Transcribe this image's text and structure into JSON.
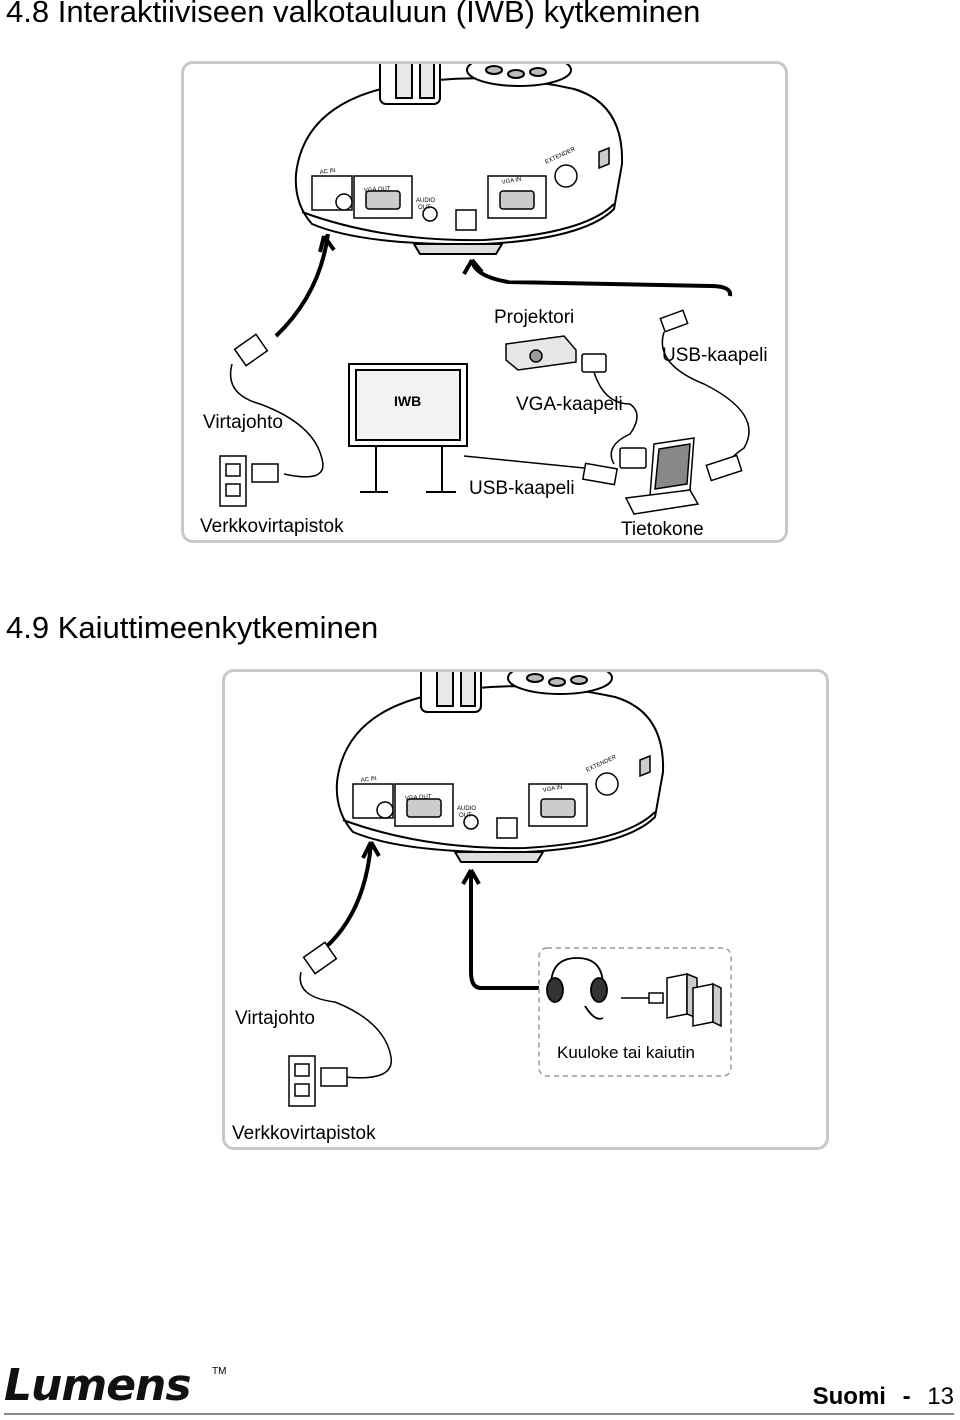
{
  "section_iwb": {
    "heading": "4.8 Interaktiiviseen valkotauluun (IWB) kytkeminen",
    "labels": {
      "projector": "Projektori",
      "usb_cable_top": "USB-kaapeli",
      "power_cord": "Virtajohto",
      "iwb": "IWB",
      "vga_cable": "VGA-kaapeli",
      "usb_cable_bottom": "USB-kaapeli",
      "wall_outlet": "Verkkovirtapistok",
      "computer": "Tietokone"
    },
    "ports": [
      "AC IN",
      "VGA OUT",
      "AUDIO OUT",
      "VGA IN",
      "EXTENDER"
    ]
  },
  "section_speaker": {
    "heading": "4.9 Kaiuttimeenkytkeminen",
    "labels": {
      "power_cord": "Virtajohto",
      "headphones_or_speakers": "Kuuloke tai kaiutin",
      "wall_outlet": "Verkkovirtapistok"
    },
    "ports": [
      "AC IN",
      "VGA OUT",
      "AUDIO OUT",
      "VGA IN",
      "EXTENDER"
    ]
  },
  "footer": {
    "logo": "Lumens",
    "trademark": "TM",
    "language": "Suomi",
    "separator": "-",
    "page_number": "13"
  }
}
